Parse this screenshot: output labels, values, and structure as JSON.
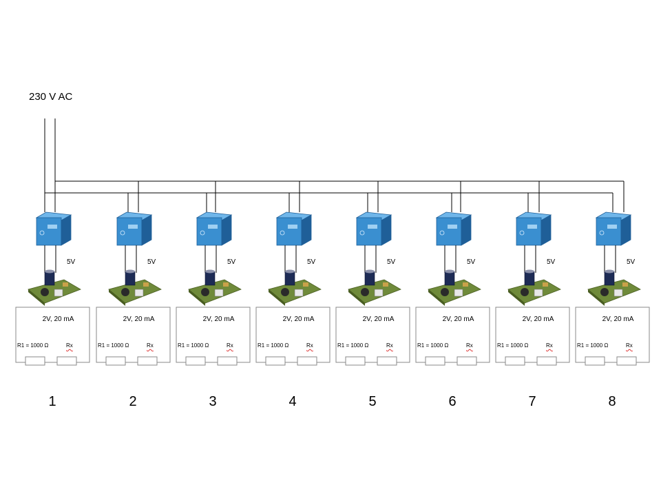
{
  "supply": {
    "label": "230 V AC"
  },
  "unit": {
    "output_voltage": "5V",
    "spec": "2V, 20 mA",
    "r1": "R1 = 1000 Ω",
    "rx": "Rx"
  },
  "channels": [
    "1",
    "2",
    "3",
    "4",
    "5",
    "6",
    "7",
    "8"
  ],
  "colors": {
    "transformer": "#3a8fd0",
    "transformer_dark": "#1f5f98",
    "pcb": "#6f8a3a",
    "capacitor": "#1d2b55",
    "wire": "#000000",
    "box": "#888888"
  }
}
